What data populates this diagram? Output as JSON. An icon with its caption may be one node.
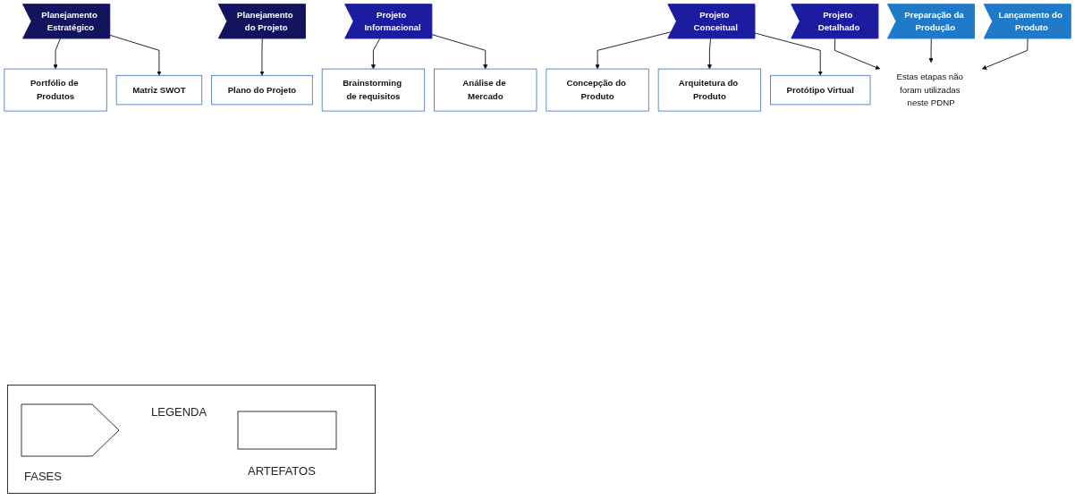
{
  "diagram": {
    "nodes": [
      {
        "text": [
          "Planejamento Estratégico"
        ]
      },
      {
        "text": [
          "Planejamento do Projeto"
        ]
      },
      {
        "text": [
          "Projeto Informacional"
        ]
      },
      {
        "text": [
          "Projeto Conceitual"
        ]
      },
      {
        "text": [
          "Projeto Detalhado"
        ]
      },
      {
        "text": [
          "Preparação da Produção"
        ]
      },
      {
        "text": [
          "Lançamento do Produto"
        ]
      },
      {
        "text": [
          "Portfólio de Produtos"
        ]
      },
      {
        "text": [
          "Matriz SWOT"
        ]
      },
      {
        "text": [
          "Plano do Projeto"
        ]
      },
      {
        "text": [
          "Brainstorming de requisitos"
        ]
      },
      {
        "text": [
          "Análise de Mercado"
        ]
      },
      {
        "text": [
          "Concepção do Produto"
        ]
      },
      {
        "text": [
          "Arquitetura do Produto"
        ]
      },
      {
        "text": [
          "Protótipo Virtual"
        ]
      },
      {
        "text": [
          "Estas etapas não foram utilizadas neste PDNP"
        ]
      }
    ],
    "edges": [
      {
        "from": 0,
        "to": 7,
        "arrow": "to"
      },
      {
        "from": 0,
        "to": 8,
        "arrow": "to"
      },
      {
        "from": 1,
        "to": 9,
        "arrow": "to"
      },
      {
        "from": 2,
        "to": 10,
        "arrow": "to"
      },
      {
        "from": 2,
        "to": 11,
        "arrow": "to"
      },
      {
        "from": 3,
        "to": 12,
        "arrow": "to"
      },
      {
        "from": 3,
        "to": 13,
        "arrow": "to"
      },
      {
        "from": 3,
        "to": 14,
        "arrow": "to"
      },
      {
        "from": 4,
        "to": 15,
        "arrow": "to"
      },
      {
        "from": 5,
        "to": 15,
        "arrow": "to"
      },
      {
        "from": 6,
        "to": 15,
        "arrow": "to"
      }
    ],
    "labels": [
      "LEGENDA"
    ],
    "legend": [
      {
        "text": "FASES"
      },
      {
        "text": "ARTEFATOS"
      }
    ]
  }
}
